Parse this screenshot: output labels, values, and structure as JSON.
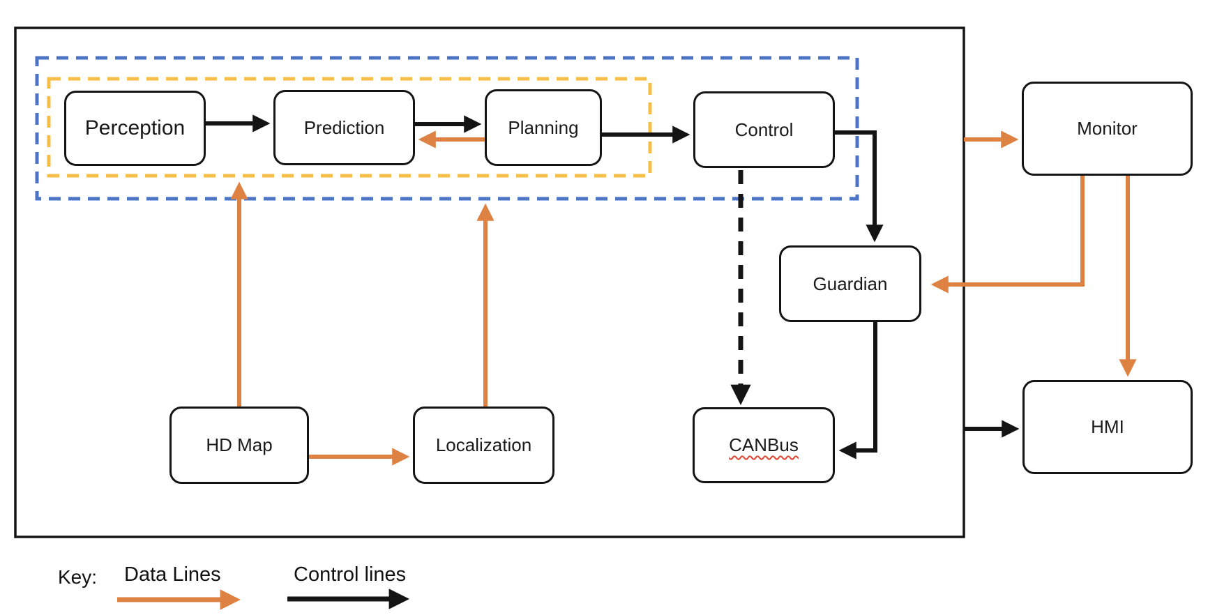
{
  "nodes": {
    "perception": "Perception",
    "prediction": "Prediction",
    "planning": "Planning",
    "control": "Control",
    "monitor": "Monitor",
    "guardian": "Guardian",
    "hd_map": "HD Map",
    "localization": "Localization",
    "canbus": "CANBus",
    "hmi": "HMI"
  },
  "key": {
    "title": "Key:",
    "data_lines_label": "Data Lines",
    "control_lines_label": "Control lines"
  },
  "colors": {
    "data_orange": "#DE8244",
    "line_black": "#141414",
    "dash_blue": "#4C74C4",
    "dash_yellow": "#F4BE48",
    "spellcheck_red": "#E2432E"
  }
}
